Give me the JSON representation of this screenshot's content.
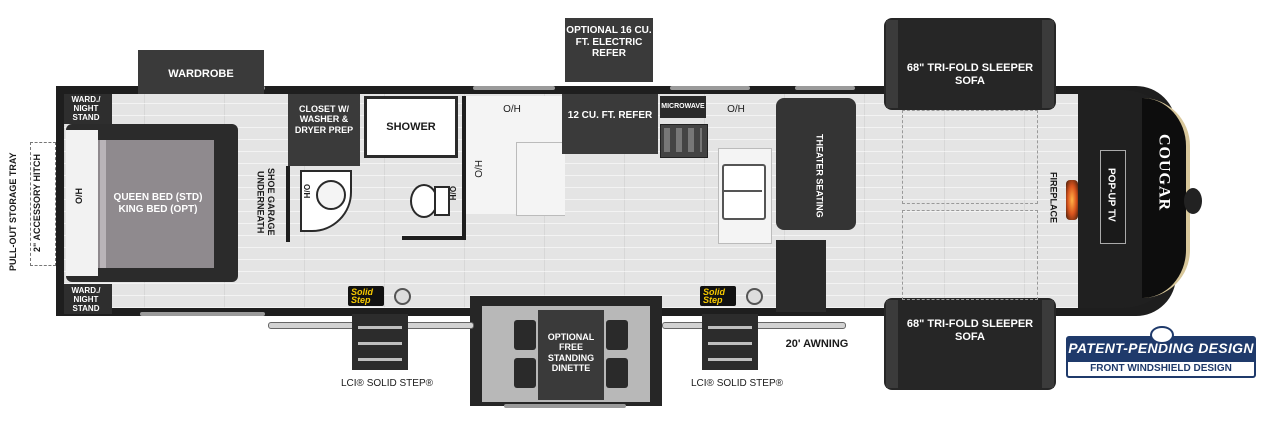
{
  "labels": {
    "wardrobe": "WARDROBE",
    "ward_night_stand_top": "WARD./ NIGHT STAND",
    "ward_night_stand_bottom": "WARD./ NIGHT STAND",
    "storage_tray": "PULL-OUT STORAGE TRAY",
    "accessory_hitch": "2\" ACCESSORY HITCH",
    "oh_bed": "O/H",
    "bed": "QUEEN BED (STD) KING BED (OPT)",
    "shoe_garage": "SHOE GARAGE UNDERNEATH",
    "closet": "CLOSET W/ WASHER & DRYER PREP",
    "shower": "SHOWER",
    "oh_top_left": "O/H",
    "oh_side": "O/H",
    "refer_12": "12 CU. FT. REFER",
    "optional_refer": "OPTIONAL 16 CU. FT. ELECTRIC REFER",
    "microwave": "MICROWAVE",
    "oh_top_right": "O/H",
    "theater_seating": "THEATER SEATING",
    "sofa_top": "68\" TRI-FOLD SLEEPER SOFA",
    "sofa_bottom": "68\" TRI-FOLD SLEEPER SOFA",
    "fireplace": "FIREPLACE",
    "popup_tv": "POP-UP TV",
    "cougar": "COUGAR",
    "awning": "20' AWNING",
    "dinette": "OPTIONAL FREE STANDING DINETTE",
    "step_left": "LCI® SOLID STEP®",
    "step_right": "LCI® SOLID STEP®",
    "solid_step_badge_1": "Solid Step",
    "solid_step_badge_2": "Solid Step",
    "patent_pending": "PATENT-PENDING DESIGN",
    "front_windshield": "FRONT WINDSHIELD DESIGN",
    "toilet_oh": "O/H",
    "sink_oh": "O/H"
  },
  "colors": {
    "floor": "#e4e4e4",
    "wall": "#1e1e1e",
    "furniture": "#3a3a3a",
    "bed": "#8f8a8e",
    "badge_blue": "#1f3a6b",
    "solid_step_yellow": "#f5c800"
  }
}
